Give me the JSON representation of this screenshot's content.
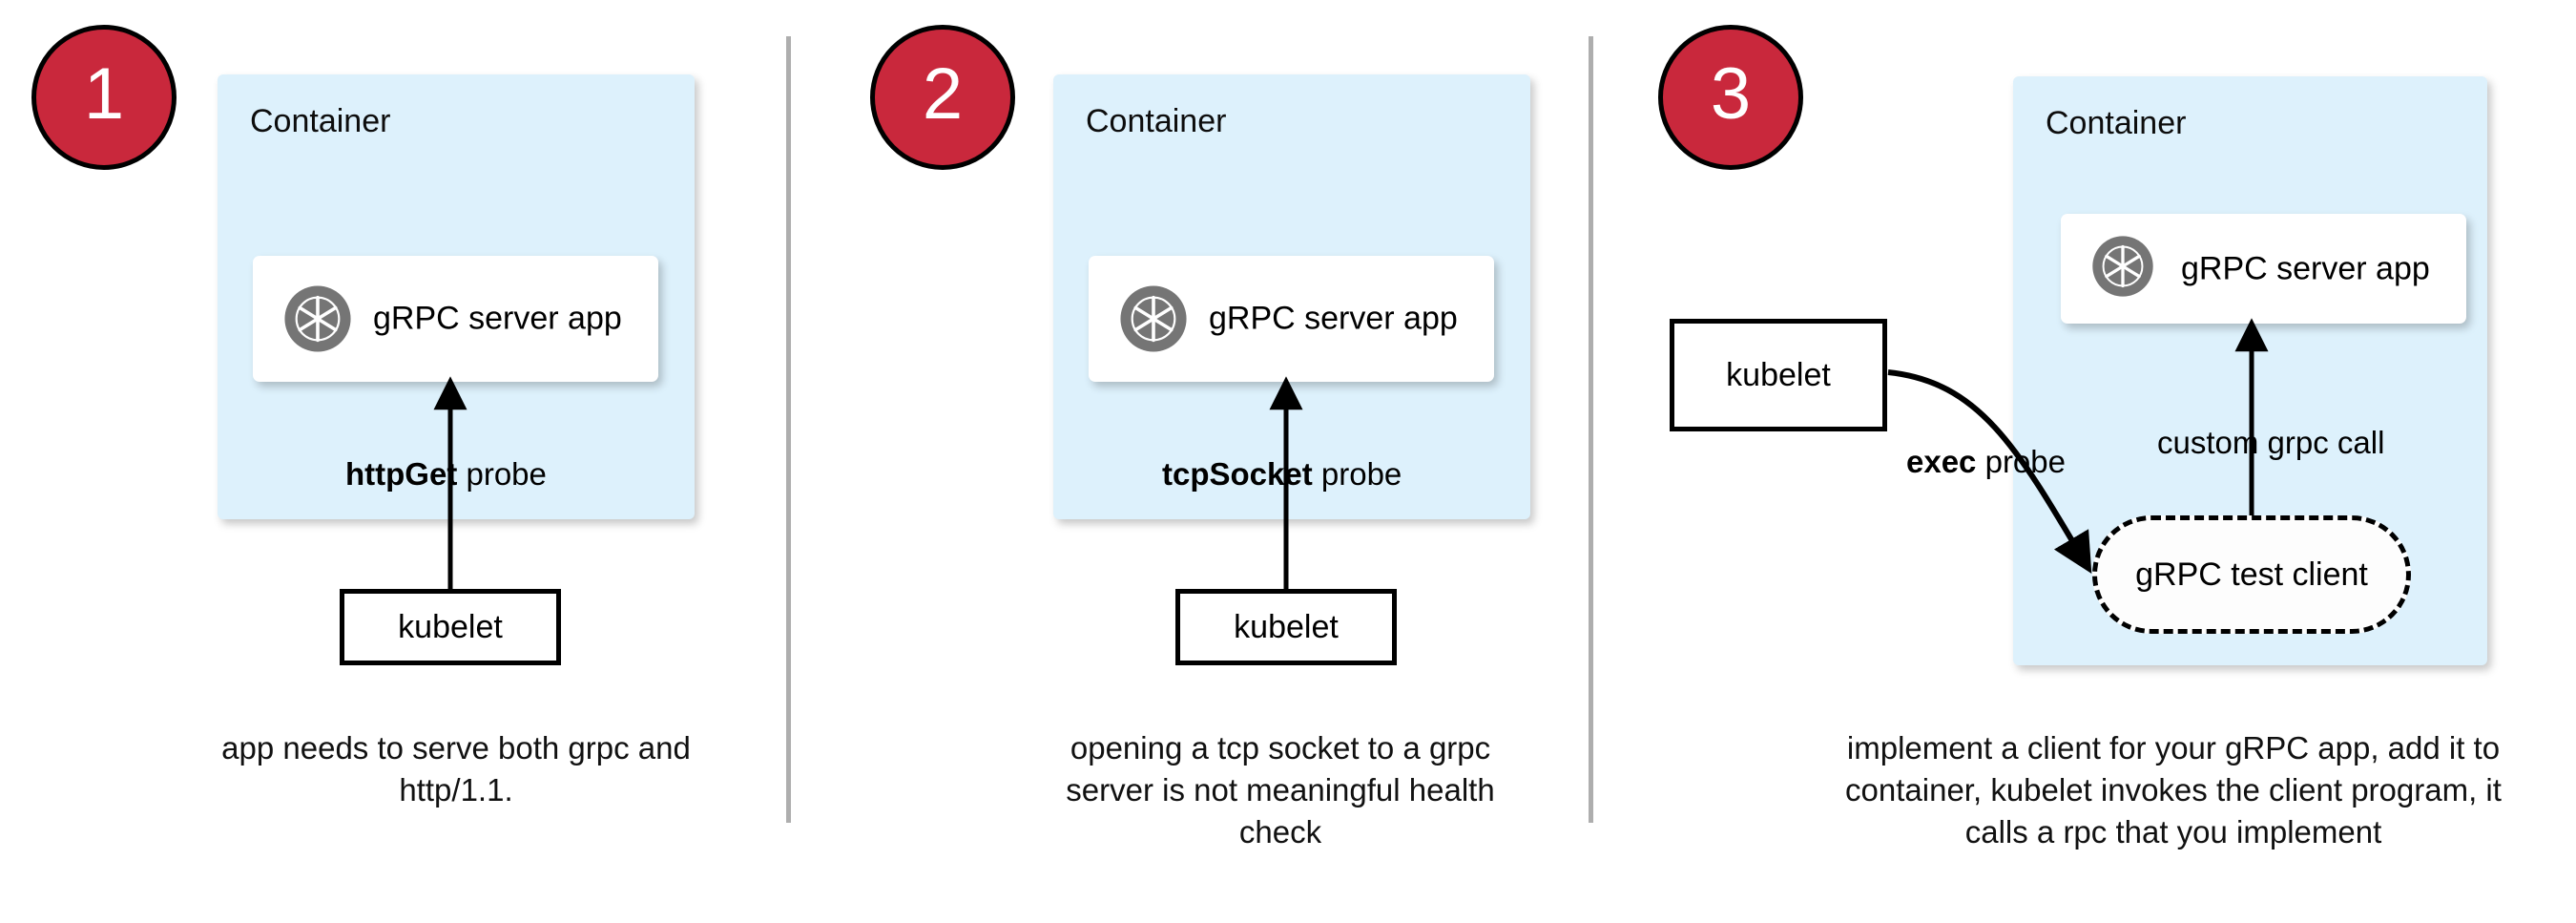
{
  "colors": {
    "badge_fill": "#c9283c",
    "badge_stroke": "#000000",
    "badge_text": "#ffffff",
    "container_fill": "#ddf1fc",
    "app_card_fill": "#ffffff",
    "icon_gray": "#757575",
    "divider": "#aeaeae",
    "stroke": "#000000"
  },
  "icons": {
    "grpc": "grpc-aperture-icon"
  },
  "panels": [
    {
      "badge": "1",
      "container_label": "Container",
      "app_label": "gRPC server app",
      "probe_label_bold": "httpGet",
      "probe_label_rest": " probe",
      "kubelet_label": "kubelet",
      "caption": "app needs to serve both grpc and http/1.1."
    },
    {
      "badge": "2",
      "container_label": "Container",
      "app_label": "gRPC server app",
      "probe_label_bold": "tcpSocket",
      "probe_label_rest": " probe",
      "kubelet_label": "kubelet",
      "caption": "opening a tcp socket to a grpc server is not meaningful health check"
    },
    {
      "badge": "3",
      "container_label": "Container",
      "app_label": "gRPC server app",
      "probe_label_bold": "exec",
      "probe_label_rest": " probe",
      "call_label": "custom grpc call",
      "test_client_label": "gRPC test client",
      "kubelet_label": "kubelet",
      "caption": "implement a client for your gRPC app, add it to container, kubelet invokes the client program, it calls a rpc that you implement"
    }
  ]
}
